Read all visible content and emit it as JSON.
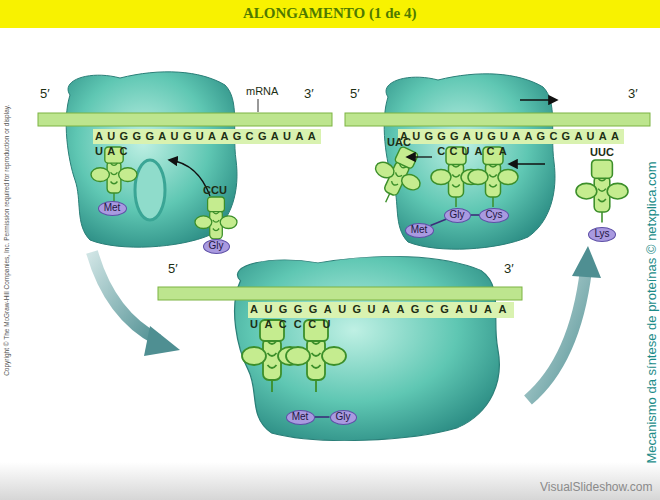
{
  "diagram": {
    "title": "ALONGAMENTO (1 de 4)",
    "nodes": [
      {
        "text": [
          "Met"
        ]
      },
      {
        "text": [
          "Gly"
        ]
      },
      {
        "text": [
          "Met"
        ]
      },
      {
        "text": [
          "Gly"
        ]
      },
      {
        "text": [
          "Met"
        ]
      },
      {
        "text": [
          "Gly"
        ]
      },
      {
        "text": [
          "Cys"
        ]
      },
      {
        "text": [
          "Lys"
        ]
      }
    ],
    "edges": [
      {
        "from": 2,
        "to": 3,
        "arrow": "none"
      },
      {
        "from": 4,
        "to": 5,
        "arrow": "none"
      },
      {
        "from": 5,
        "to": 6,
        "arrow": "none"
      }
    ],
    "labels": [
      "5′",
      "mRNA",
      "3′",
      "AUGGGAUGUAAGCGAUAA",
      "UAC",
      "CCU",
      "5′",
      "3′",
      "AUGGGAUGUAAGCGAUAA",
      "UAC",
      "CCU",
      "5′",
      "3′",
      "AUGGGAUGUAAGCGAUAA",
      "UAC",
      "CCU",
      "ACA",
      "UUC",
      "Copyright © The McGraw-Hill Companies, Inc. Permission required for reproduction or display.",
      "Mecanismo da síntese de proteínas © netxplica.com",
      "VisualSlideshow.com"
    ]
  }
}
